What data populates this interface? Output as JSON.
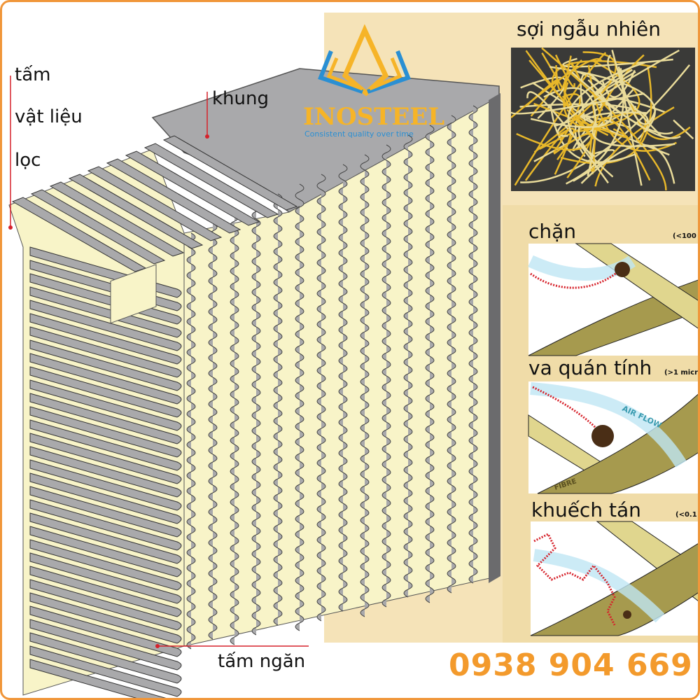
{
  "labels": {
    "filter_sheet_line1": "tấm",
    "filter_sheet_line2": "vật liệu",
    "filter_sheet_line3": "lọc",
    "frame": "khung",
    "separator": "tấm ngăn",
    "random_fibre": "sợi ngẫu nhiên"
  },
  "mechanisms": [
    {
      "title": "chặn",
      "size_note": "(<100"
    },
    {
      "title": "va quán tính",
      "size_note": "(>1 micr"
    },
    {
      "title": "khuếch tán",
      "size_note": "(<0.1"
    }
  ],
  "diagram_text": {
    "air_flow": "AIR FLOW",
    "fibre": "FIBRE"
  },
  "logo": {
    "name": "INOSTEEL",
    "tagline": "Consistent quality over time"
  },
  "phone": "0938 904 669",
  "colors": {
    "border": "#f0963a",
    "panel": "#f5e3b8",
    "gray": "#a9a9ab",
    "cream": "#f8f4c8",
    "fibre_dark": "#a69a4e",
    "fibre_light": "#e0d68e",
    "logo_orange": "#f6b428",
    "logo_blue": "#2a8fd3",
    "marker": "#d6222b"
  }
}
